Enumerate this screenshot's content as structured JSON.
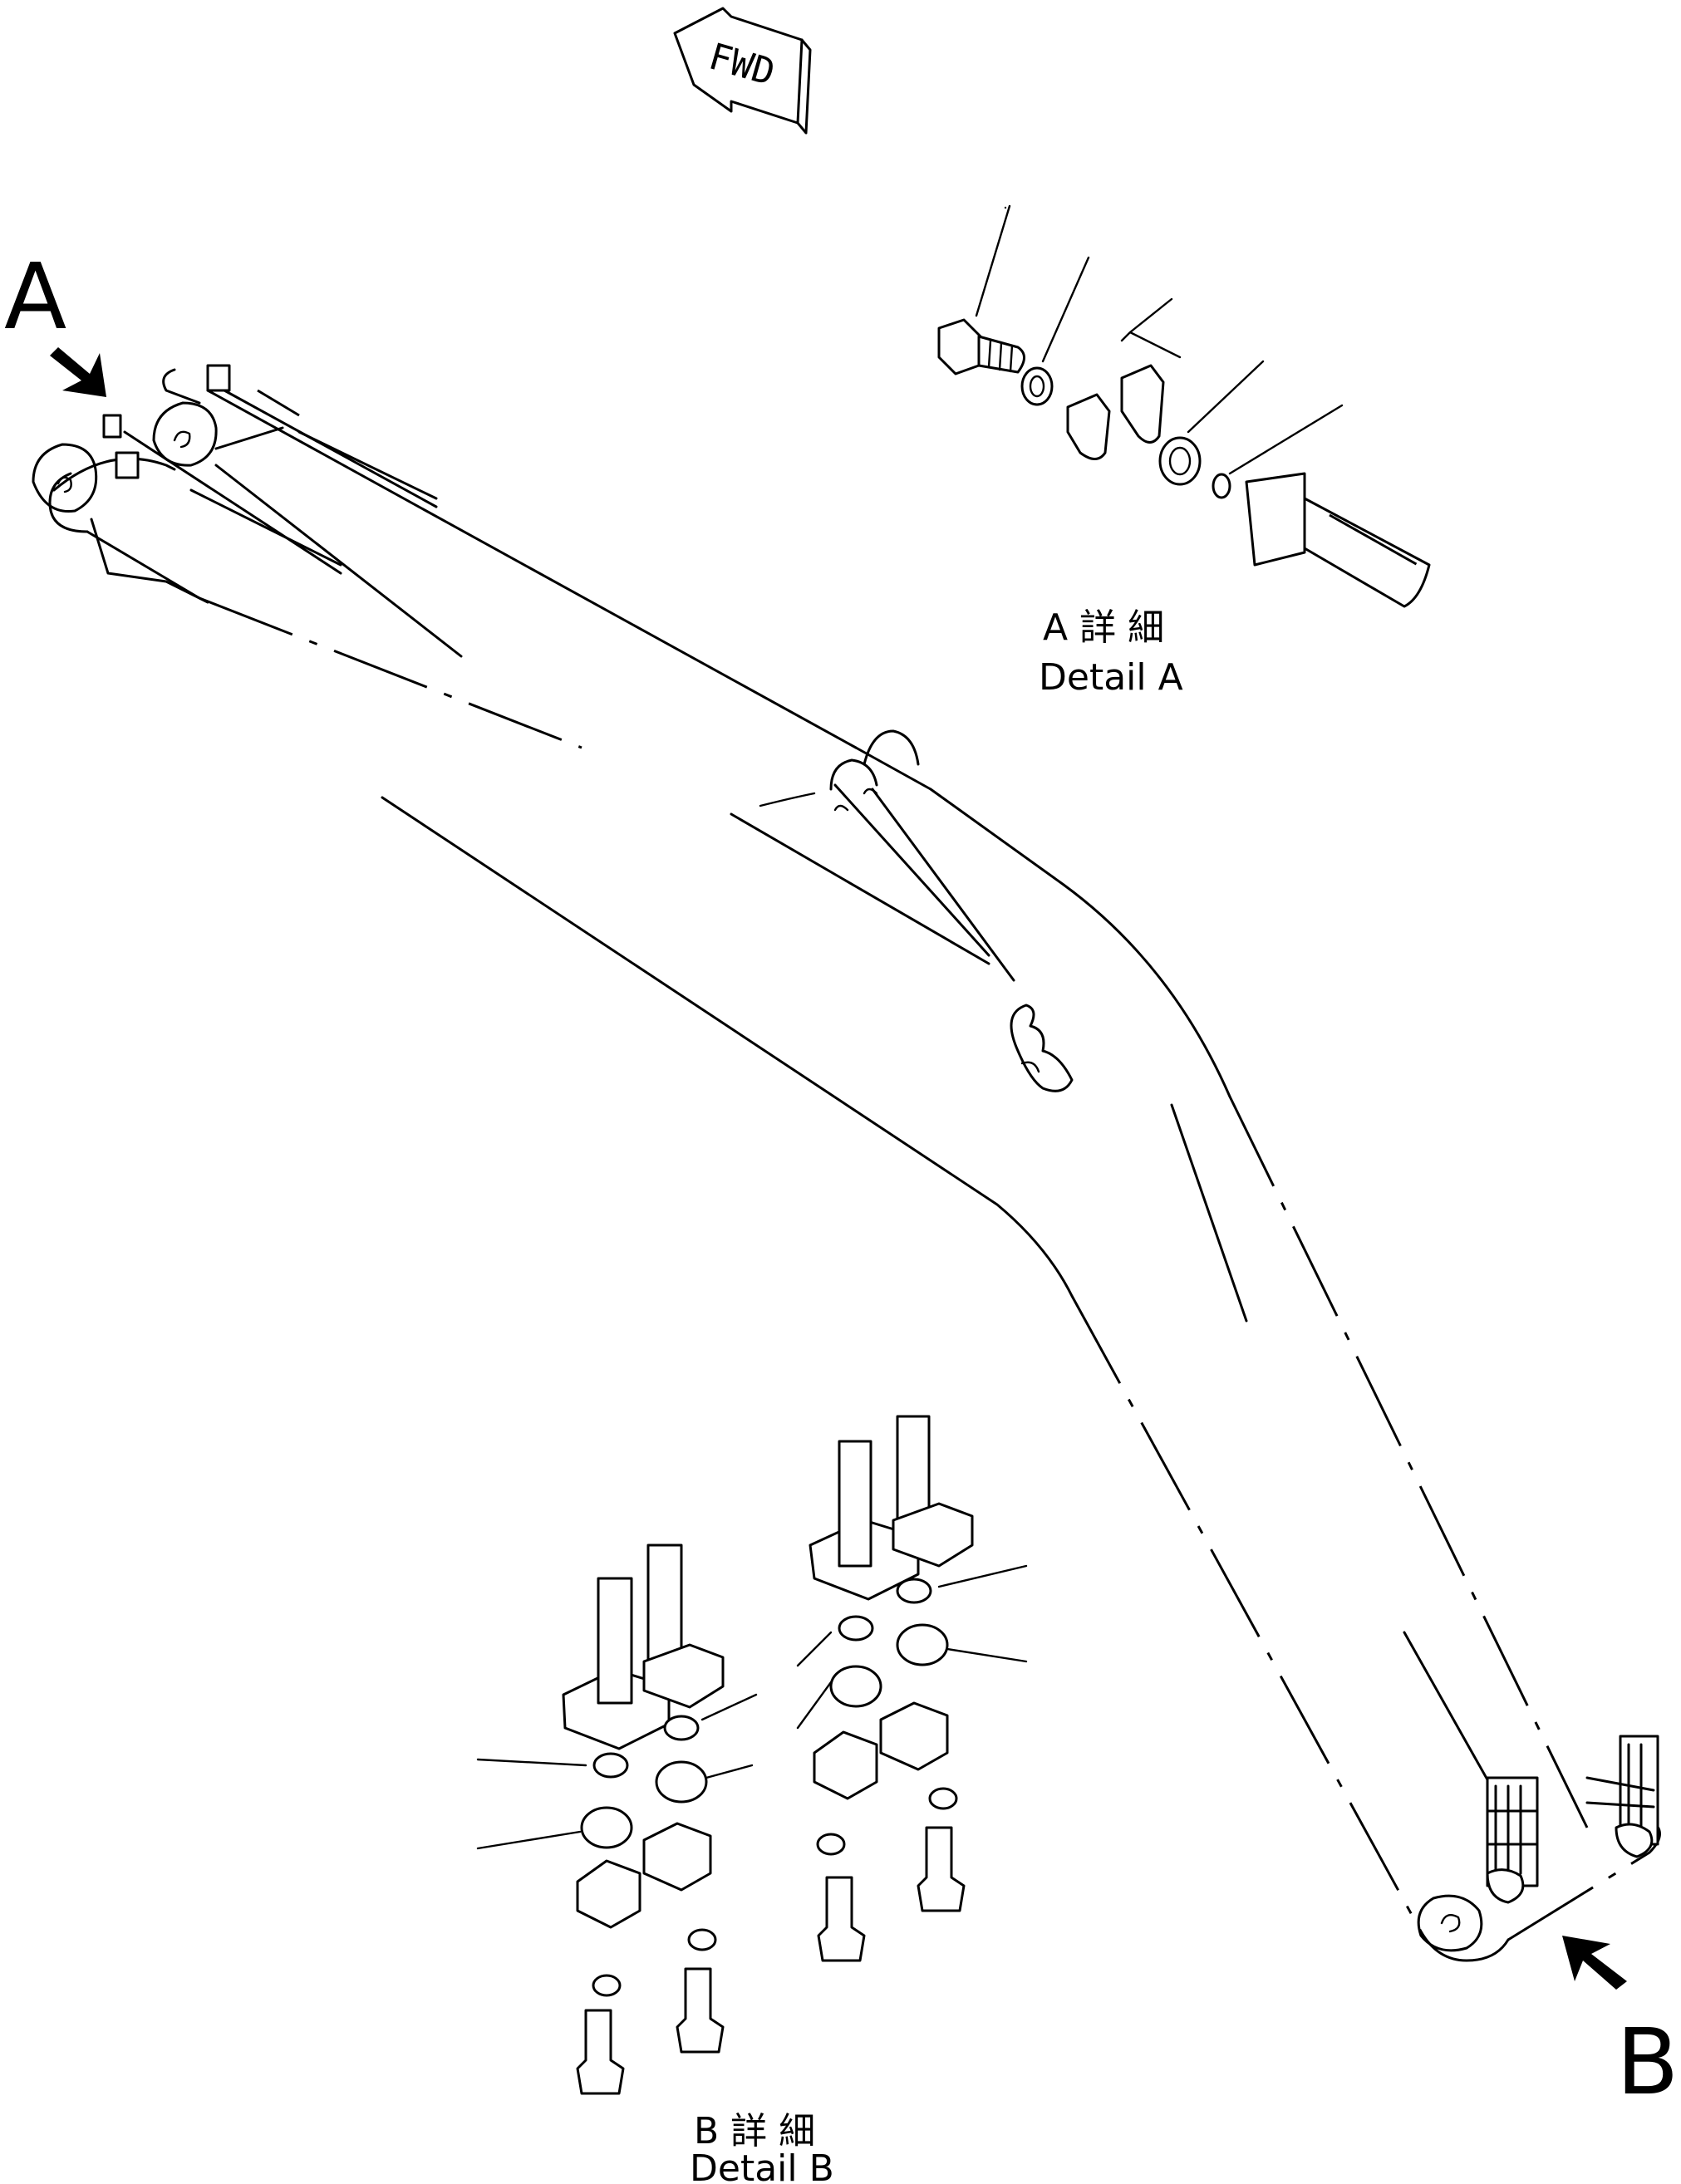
{
  "labels": {
    "a": "A",
    "b": "B",
    "fwd": "FWD",
    "detail_a_jp": "A 詳 細",
    "detail_a_en": "Detail A",
    "detail_b_jp": "B 詳 細",
    "detail_b_en": "Detail B"
  },
  "icons": {
    "fwd": "fwd-arrow-icon",
    "arrow_a": "arrow-a-icon",
    "arrow_b": "arrow-b-icon"
  }
}
